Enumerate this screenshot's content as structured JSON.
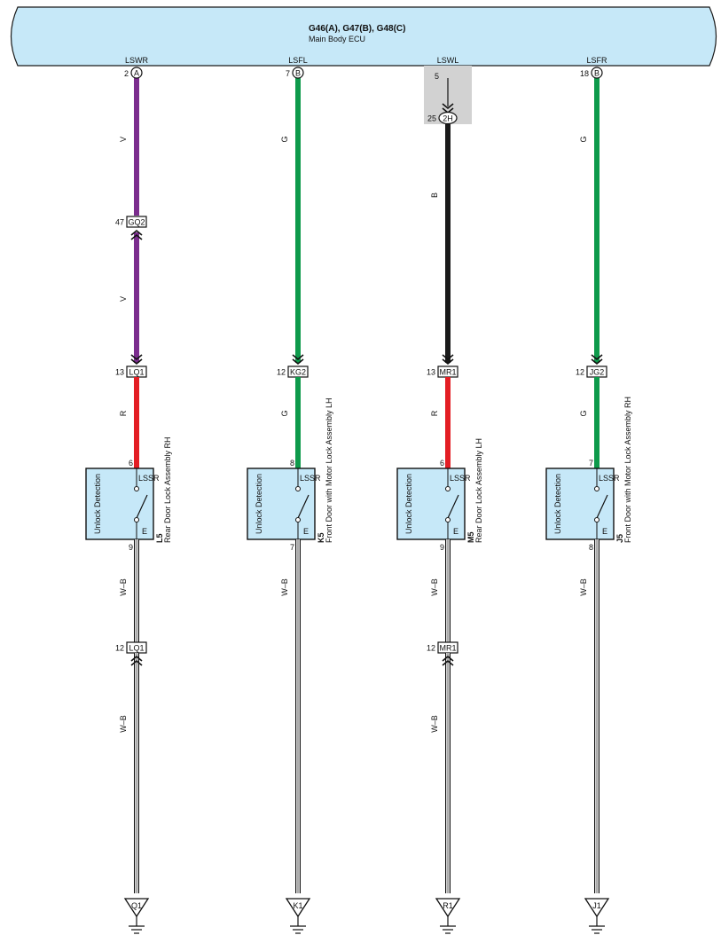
{
  "ecu": {
    "connectors_label": "G46(A), G47(B), G48(C)",
    "name": "Main Body ECU"
  },
  "colors": {
    "ecu_fill": "#c6e8f8",
    "component_fill": "#c6e8f8",
    "purple": "#7b2d8e",
    "green": "#0e9a4b",
    "black": "#1a1a1a",
    "red": "#e31e24",
    "shield": "#d2d2d2"
  },
  "circuits": [
    {
      "id": "lswr",
      "terminal_name": "LSWR",
      "ecu_pin": "2",
      "ecu_connector": "A",
      "inline_top": {
        "pin": "47",
        "connector": "GQ2"
      },
      "mid_joint": {
        "pin": "13",
        "connector": "LQ1"
      },
      "upper_wire": {
        "code": "V",
        "color": "purple"
      },
      "lower_wire": {
        "code": "R",
        "color": "red"
      },
      "component": {
        "pin_in": "6",
        "pin_out": "9",
        "terminal_top": "LSSR",
        "terminal_bottom": "E",
        "function": "Unlock Detection",
        "ref": "L5",
        "name": "Rear Door Lock Assembly RH"
      },
      "ground_wire": "W–B",
      "ground_joint": {
        "pin": "12",
        "connector": "LQ1"
      },
      "ground_point": "Q1"
    },
    {
      "id": "lsfl",
      "terminal_name": "LSFL",
      "ecu_pin": "7",
      "ecu_connector": "B",
      "mid_joint": {
        "pin": "12",
        "connector": "KG2"
      },
      "upper_wire": {
        "code": "G",
        "color": "green"
      },
      "lower_wire": {
        "code": "G",
        "color": "green"
      },
      "component": {
        "pin_in": "8",
        "pin_out": "7",
        "terminal_top": "LSSR",
        "terminal_bottom": "E",
        "function": "Unlock Detection",
        "ref": "K5",
        "name": "Front Door with Motor Lock Assembly LH"
      },
      "ground_wire": "W–B",
      "ground_point": "K1"
    },
    {
      "id": "lswl",
      "terminal_name": "LSWL",
      "ecu_pin": "5",
      "shield_joint": {
        "pin": "25",
        "connector": "2H"
      },
      "mid_joint": {
        "pin": "13",
        "connector": "MR1"
      },
      "upper_wire": {
        "code": "B",
        "color": "black"
      },
      "lower_wire": {
        "code": "R",
        "color": "red"
      },
      "component": {
        "pin_in": "6",
        "pin_out": "9",
        "terminal_top": "LSSR",
        "terminal_bottom": "E",
        "function": "Unlock Detection",
        "ref": "M5",
        "name": "Rear Door Lock Assembly LH"
      },
      "ground_wire": "W–B",
      "ground_joint": {
        "pin": "12",
        "connector": "MR1"
      },
      "ground_point": "R1"
    },
    {
      "id": "lsfr",
      "terminal_name": "LSFR",
      "ecu_pin": "18",
      "ecu_connector": "B",
      "mid_joint": {
        "pin": "12",
        "connector": "JG2"
      },
      "upper_wire": {
        "code": "G",
        "color": "green"
      },
      "lower_wire": {
        "code": "G",
        "color": "green"
      },
      "component": {
        "pin_in": "7",
        "pin_out": "8",
        "terminal_top": "LSSR",
        "terminal_bottom": "E",
        "function": "Unlock Detection",
        "ref": "J5",
        "name": "Front Door with Motor Lock Assembly RH"
      },
      "ground_wire": "W–B",
      "ground_point": "J1"
    }
  ]
}
